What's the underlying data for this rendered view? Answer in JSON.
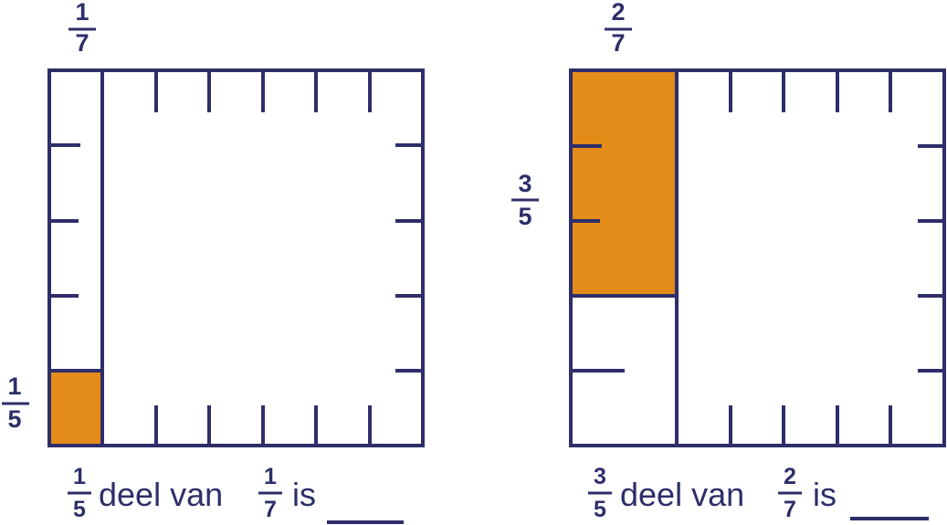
{
  "colors": {
    "line": "#2e2e6a",
    "fill": "#e38c1a",
    "background": "#ffffff"
  },
  "panels": [
    {
      "top_fraction": {
        "numerator": "1",
        "denominator": "7"
      },
      "side_fraction": {
        "numerator": "1",
        "denominator": "5"
      },
      "caption": {
        "part_fraction": {
          "numerator": "1",
          "denominator": "5"
        },
        "middle_text": "deel van",
        "whole_fraction": {
          "numerator": "1",
          "denominator": "7"
        },
        "end_text": "is"
      }
    },
    {
      "top_fraction": {
        "numerator": "2",
        "denominator": "7"
      },
      "side_fraction": {
        "numerator": "3",
        "denominator": "5"
      },
      "caption": {
        "part_fraction": {
          "numerator": "3",
          "denominator": "5"
        },
        "middle_text": "deel van",
        "whole_fraction": {
          "numerator": "2",
          "denominator": "7"
        },
        "end_text": "is"
      }
    }
  ]
}
